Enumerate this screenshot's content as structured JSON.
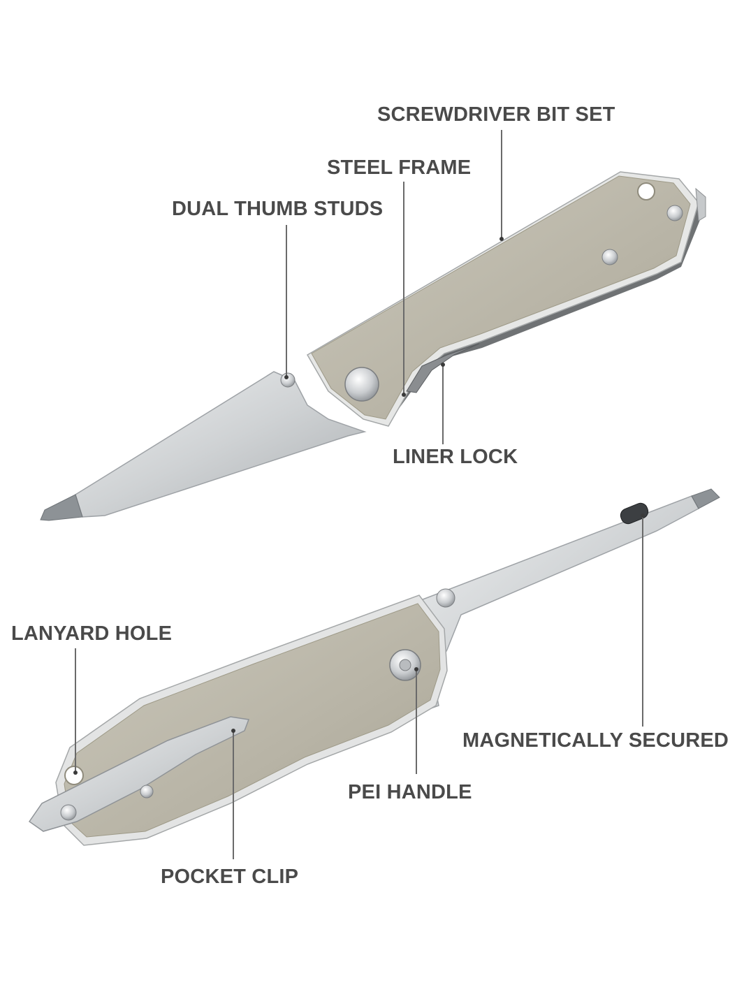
{
  "callouts": {
    "screwdriver_bit_set": "SCREWDRIVER BIT SET",
    "steel_frame": "STEEL FRAME",
    "dual_thumb_studs": "DUAL THUMB STUDS",
    "liner_lock": "LINER LOCK",
    "lanyard_hole": "LANYARD HOLE",
    "magnetically_secured": "MAGNETICALLY SECURED",
    "pei_handle": "PEI HANDLE",
    "pocket_clip": "POCKET CLIP"
  },
  "colors": {
    "label_text": "#4a4a4a",
    "leader_line": "#6a6a6a",
    "handle_scale": "#bcb8aa",
    "steel": "#d6d8da",
    "background": "#ffffff"
  }
}
